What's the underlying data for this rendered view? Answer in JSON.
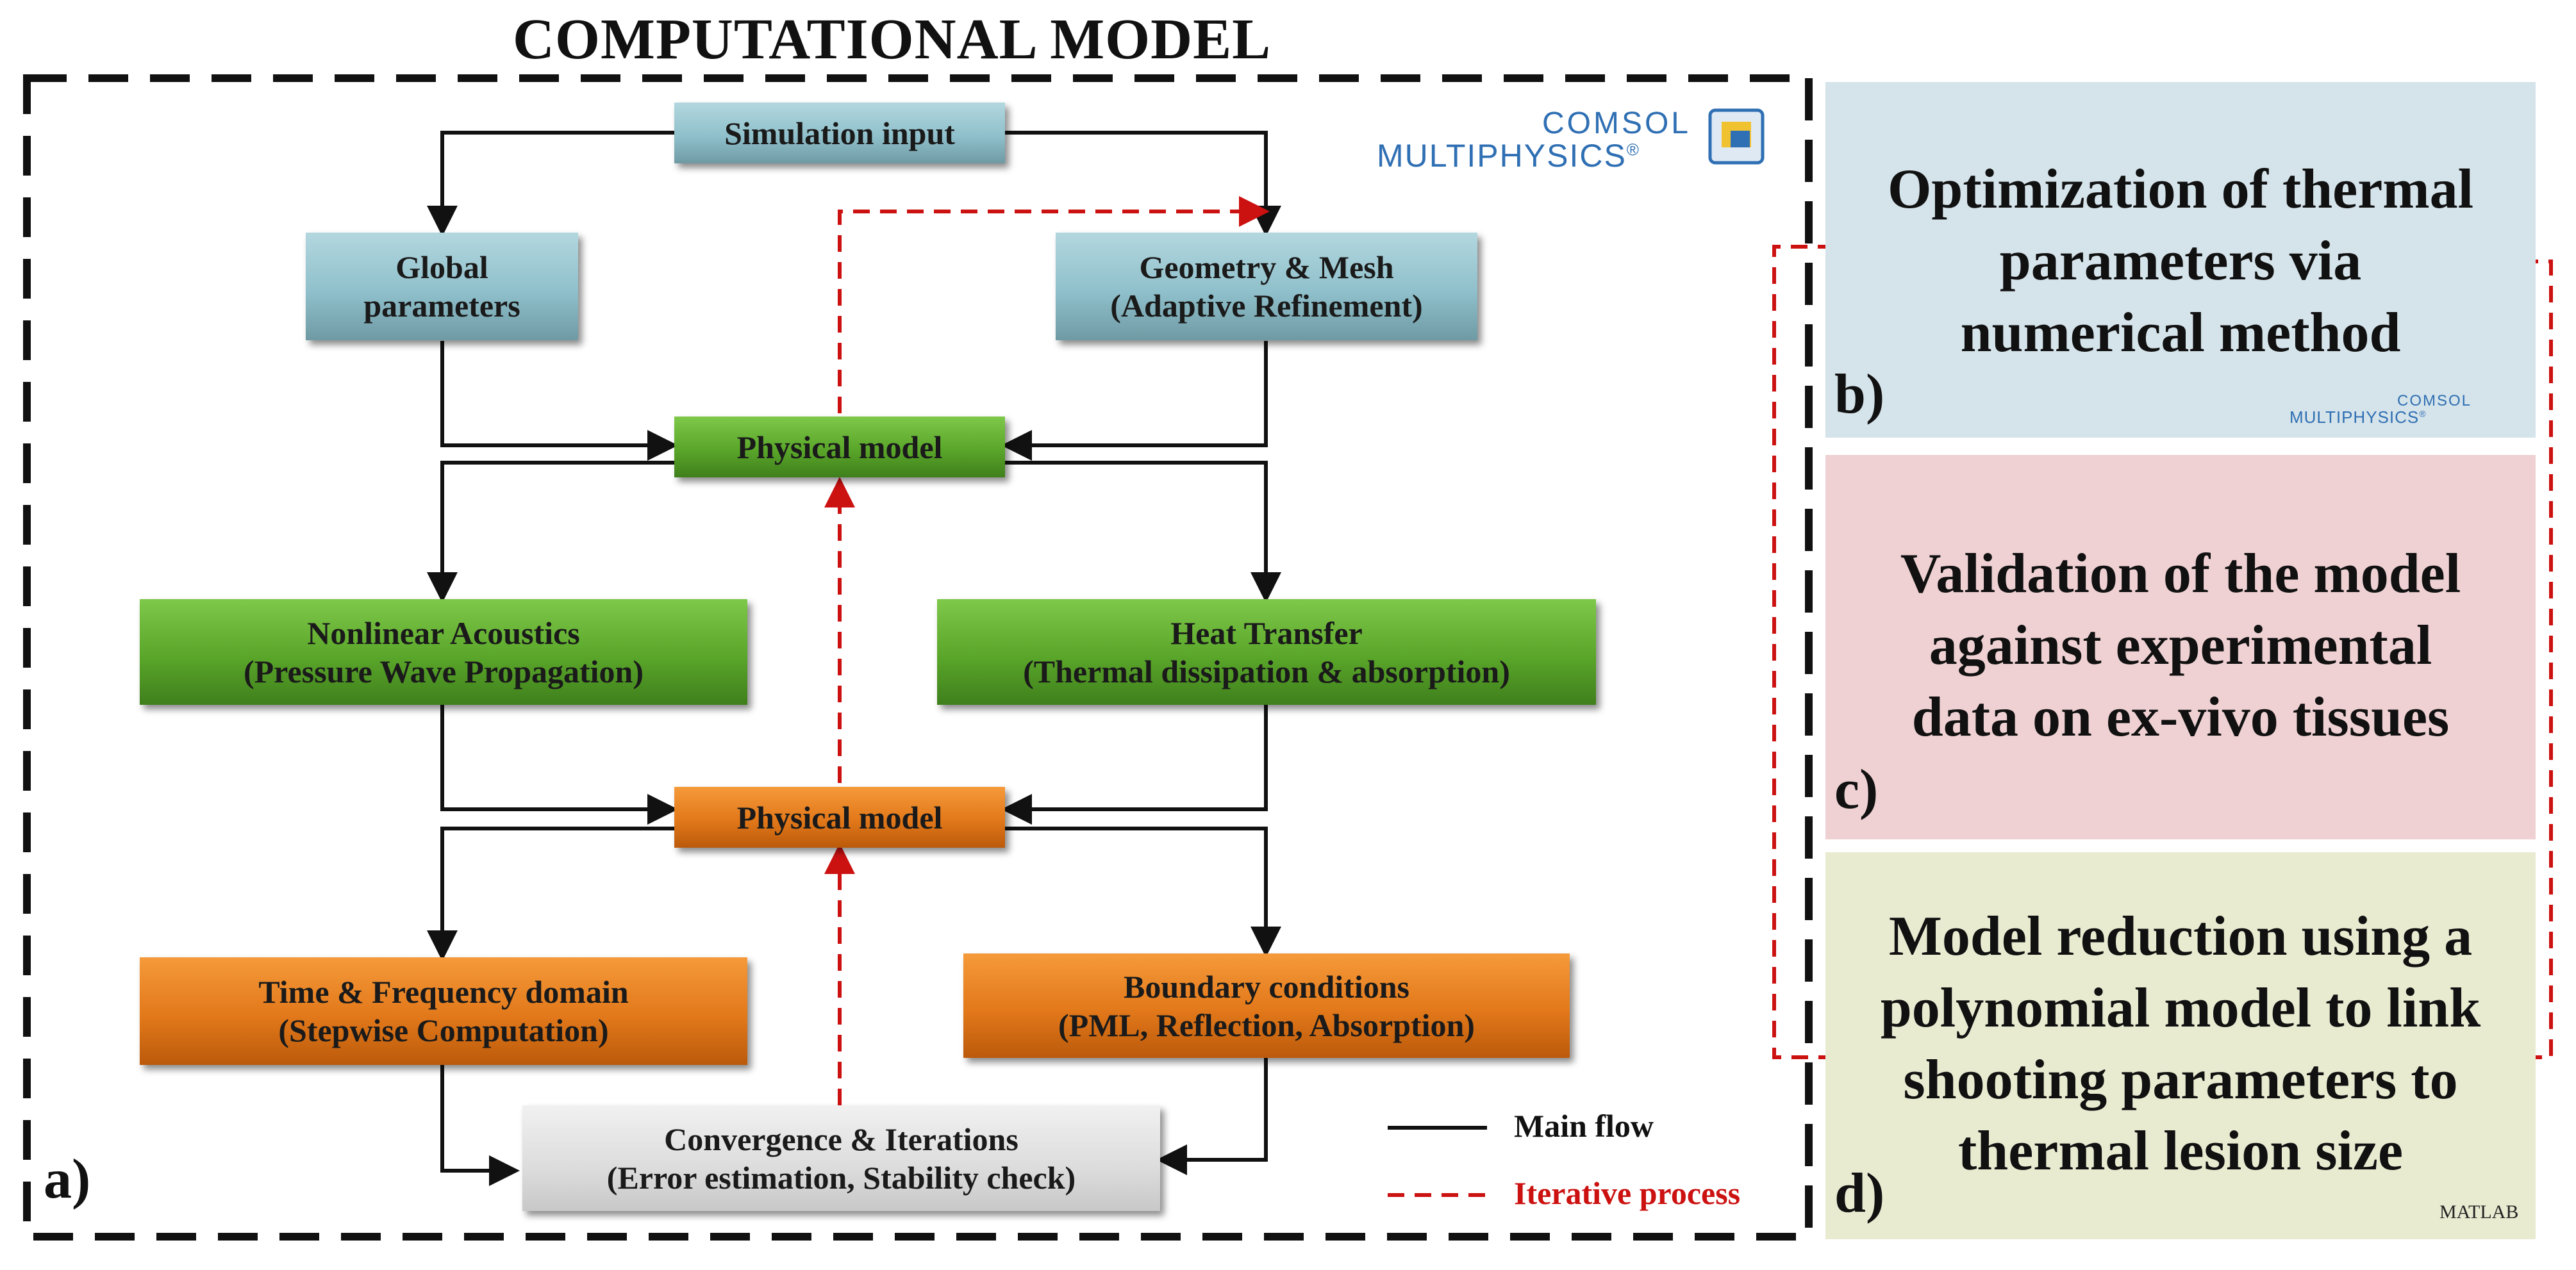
{
  "title": "COMPUTATIONAL MODEL",
  "colors": {
    "frame": "#111111",
    "iterative": "#cc1111",
    "panel_b": "#d5e3ea",
    "panel_c": "#efd1d3",
    "panel_d": "#e9ebd1",
    "comsol_blue": "#2f6fb3"
  },
  "flow": {
    "simulation_input": "Simulation input",
    "global_parameters": [
      "Global",
      "parameters"
    ],
    "geometry_mesh": [
      "Geometry & Mesh",
      "(Adaptive Refinement)"
    ],
    "physical_model_1": "Physical model",
    "nonlinear_acoustics": [
      "Nonlinear Acoustics",
      "(Pressure Wave Propagation)"
    ],
    "heat_transfer": [
      "Heat Transfer",
      "(Thermal dissipation & absorption)"
    ],
    "physical_model_2": "Physical model",
    "time_frequency": [
      "Time & Frequency domain",
      "(Stepwise Computation)"
    ],
    "boundary_conditions": [
      "Boundary conditions",
      "(PML, Reflection, Absorption)"
    ],
    "convergence": [
      "Convergence & Iterations",
      "(Error estimation, Stability check)"
    ]
  },
  "legend": {
    "main_flow": "Main flow",
    "iterative_process": "Iterative process"
  },
  "logos": {
    "comsol_line1": "COMSOL",
    "comsol_line2": "MULTIPHYSICS",
    "comsol_mark": "®",
    "matlab": "MATLAB"
  },
  "panels": {
    "a_label": "a)",
    "b": {
      "label": "b)",
      "lines": [
        "Optimization of thermal",
        "parameters via",
        "numerical method"
      ]
    },
    "c": {
      "label": "c)",
      "lines": [
        "Validation of the model",
        "against experimental",
        "data on ex-vivo tissues"
      ]
    },
    "d": {
      "label": "d)",
      "lines": [
        "Model reduction using a",
        "polynomial model to link",
        "shooting parameters to",
        "thermal lesion size"
      ]
    }
  }
}
